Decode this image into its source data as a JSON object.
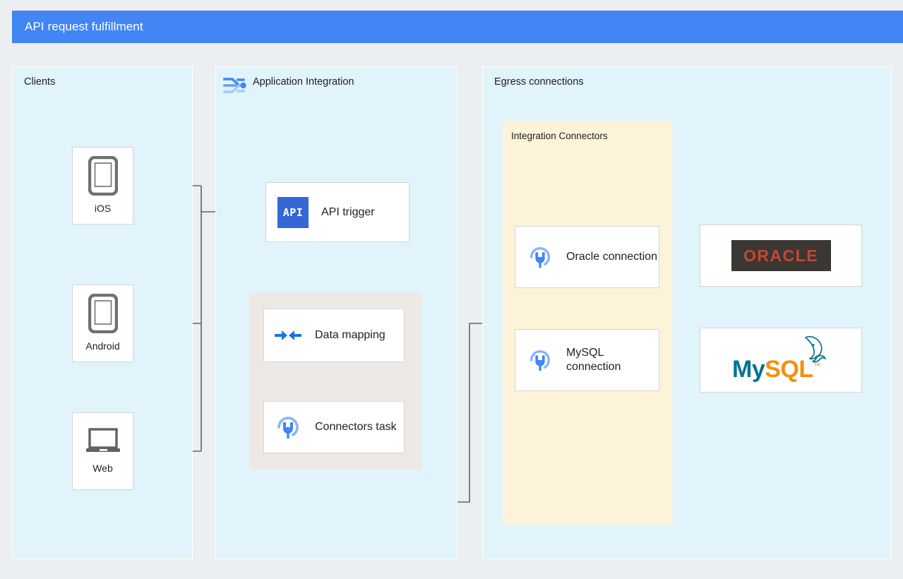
{
  "title": "API request fulfillment",
  "theme": {
    "title_bar": "#4285f4",
    "panel_bg": "#e1f3fb",
    "connectors_panel_bg": "#fdf3d8",
    "tasks_panel_bg": "#eee8e5",
    "page_bg": "#eceff1",
    "card_bg": "#ffffff",
    "wire": "#5f6368",
    "accent_blue": "#1a73e8",
    "api_badge_bg": "#3367d6",
    "oracle_red": "#c74634",
    "oracle_dark": "#3b3733",
    "mysql_teal": "#00758f",
    "mysql_orange": "#f29111"
  },
  "panels": {
    "clients": {
      "label": "Clients",
      "cards": [
        {
          "label": "iOS",
          "icon": "phone-icon"
        },
        {
          "label": "Android",
          "icon": "phone-icon"
        },
        {
          "label": "Web",
          "icon": "laptop-icon"
        }
      ]
    },
    "application_integration": {
      "label": "Application Integration",
      "icon": "application-integration-icon",
      "api_trigger": {
        "label": "API trigger",
        "badge_text": "API",
        "icon": "api-badge-icon"
      },
      "tasks_group": {
        "data_mapping": {
          "label": "Data mapping",
          "icon": "data-mapping-icon"
        },
        "connectors_task": {
          "label": "Connectors task",
          "icon": "connectors-plug-icon"
        }
      }
    },
    "egress": {
      "label": "Egress connections",
      "integration_connectors": {
        "label": "Integration Connectors",
        "connections": [
          {
            "label": "Oracle connection",
            "icon": "connectors-plug-icon"
          },
          {
            "label": "MySQL connection",
            "icon": "connectors-plug-icon"
          }
        ]
      },
      "systems": [
        {
          "name": "Oracle",
          "logo_text": "ORACLE",
          "logo": "oracle-logo"
        },
        {
          "name": "MySQL",
          "logo_text_primary": "My",
          "logo_text_secondary": "SQL",
          "trademark": "™",
          "logo": "mysql-logo"
        }
      ]
    }
  },
  "flows": [
    {
      "from": "iOS",
      "to": "API trigger",
      "direction": "one-way"
    },
    {
      "from": "Android",
      "to": "API trigger",
      "direction": "one-way"
    },
    {
      "from": "Web",
      "to": "API trigger",
      "direction": "one-way"
    },
    {
      "from": "API trigger",
      "to": "Data mapping",
      "direction": "one-way"
    },
    {
      "from": "Data mapping",
      "to": "Connectors task",
      "direction": "two-way"
    },
    {
      "from": "Connectors task",
      "to": "Integration Connectors",
      "direction": "one-way"
    },
    {
      "from": "Integration Connectors",
      "to": "Connectors task",
      "direction": "one-way"
    },
    {
      "from": "Oracle connection",
      "to": "Oracle",
      "direction": "two-way"
    },
    {
      "from": "MySQL connection",
      "to": "MySQL",
      "direction": "two-way"
    }
  ]
}
